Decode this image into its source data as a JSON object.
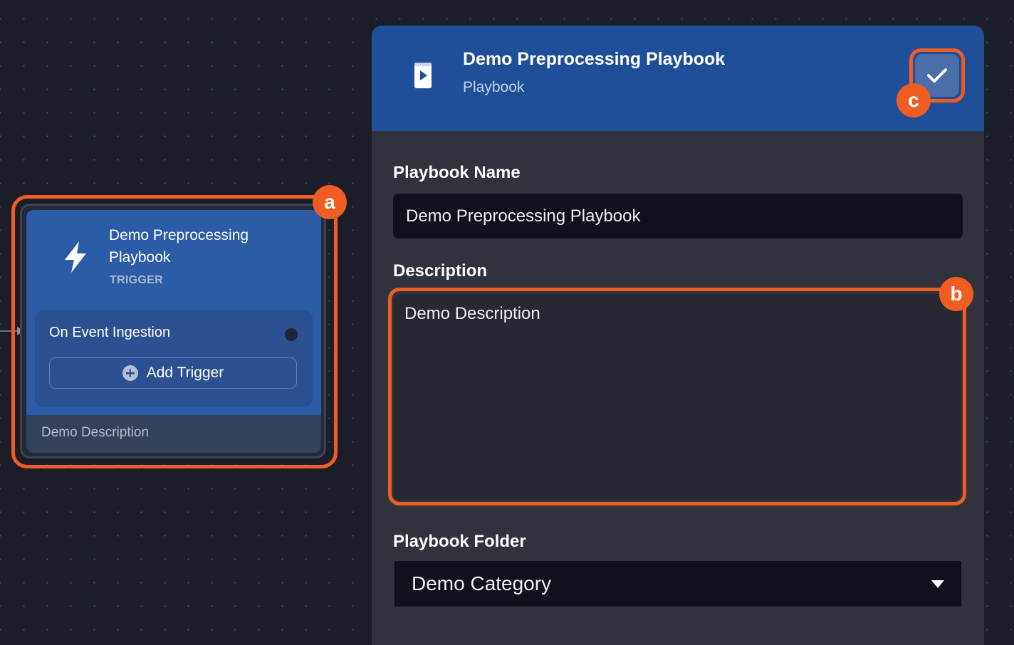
{
  "node": {
    "title": "Demo Preprocessing Playbook",
    "type_label": "TRIGGER",
    "event_label": "On Event Ingestion",
    "add_trigger_label": "Add Trigger",
    "description": "Demo Description",
    "icon": "lightning-bolt-icon"
  },
  "panel": {
    "title": "Demo Preprocessing Playbook",
    "subtitle": "Playbook",
    "icon": "playbook-book-icon",
    "confirm_icon": "checkmark-icon",
    "fields": {
      "name_label": "Playbook Name",
      "name_value": "Demo Preprocessing Playbook",
      "description_label": "Description",
      "description_value": "Demo Description",
      "folder_label": "Playbook Folder",
      "folder_value": "Demo Category"
    }
  },
  "callouts": {
    "a": "a",
    "b": "b",
    "c": "c"
  },
  "colors": {
    "canvas": "#1b1e27",
    "header_blue": "#1e4f98",
    "node_blue": "#2c5ba8",
    "highlight": "#f05d23"
  }
}
